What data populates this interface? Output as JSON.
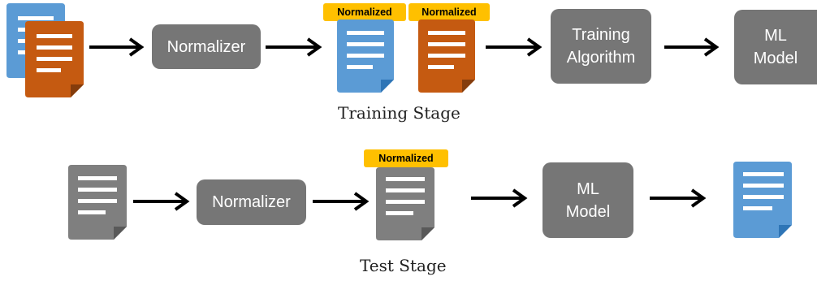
{
  "colors": {
    "box_fill": "#767676",
    "box_text": "#ffffff",
    "badge_fill": "#ffc000",
    "badge_text": "#000000",
    "doc_blue": "#5b9bd5",
    "doc_blue_fold": "#2e75b6",
    "doc_orange": "#c55a11",
    "doc_orange_fold": "#843c0c",
    "doc_gray": "#7f7f7f",
    "doc_gray_fold": "#595959",
    "arrow": "#000000"
  },
  "training": {
    "input_docs": [
      "blue document icon",
      "orange document icon"
    ],
    "normalizer_label": "Normalizer",
    "normalized_badges": [
      "Normalized",
      "Normalized"
    ],
    "normalized_docs": [
      "blue document icon",
      "orange document icon"
    ],
    "training_algorithm_label": "Training\nAlgorithm",
    "ml_model_label": "ML\nModel",
    "stage_label": "Training Stage"
  },
  "test": {
    "input_doc": "gray document icon",
    "normalizer_label": "Normalizer",
    "normalized_badge": "Normalized",
    "normalized_doc": "gray document icon",
    "ml_model_label": "ML\nModel",
    "output_doc": "blue document icon",
    "stage_label": "Test Stage"
  }
}
